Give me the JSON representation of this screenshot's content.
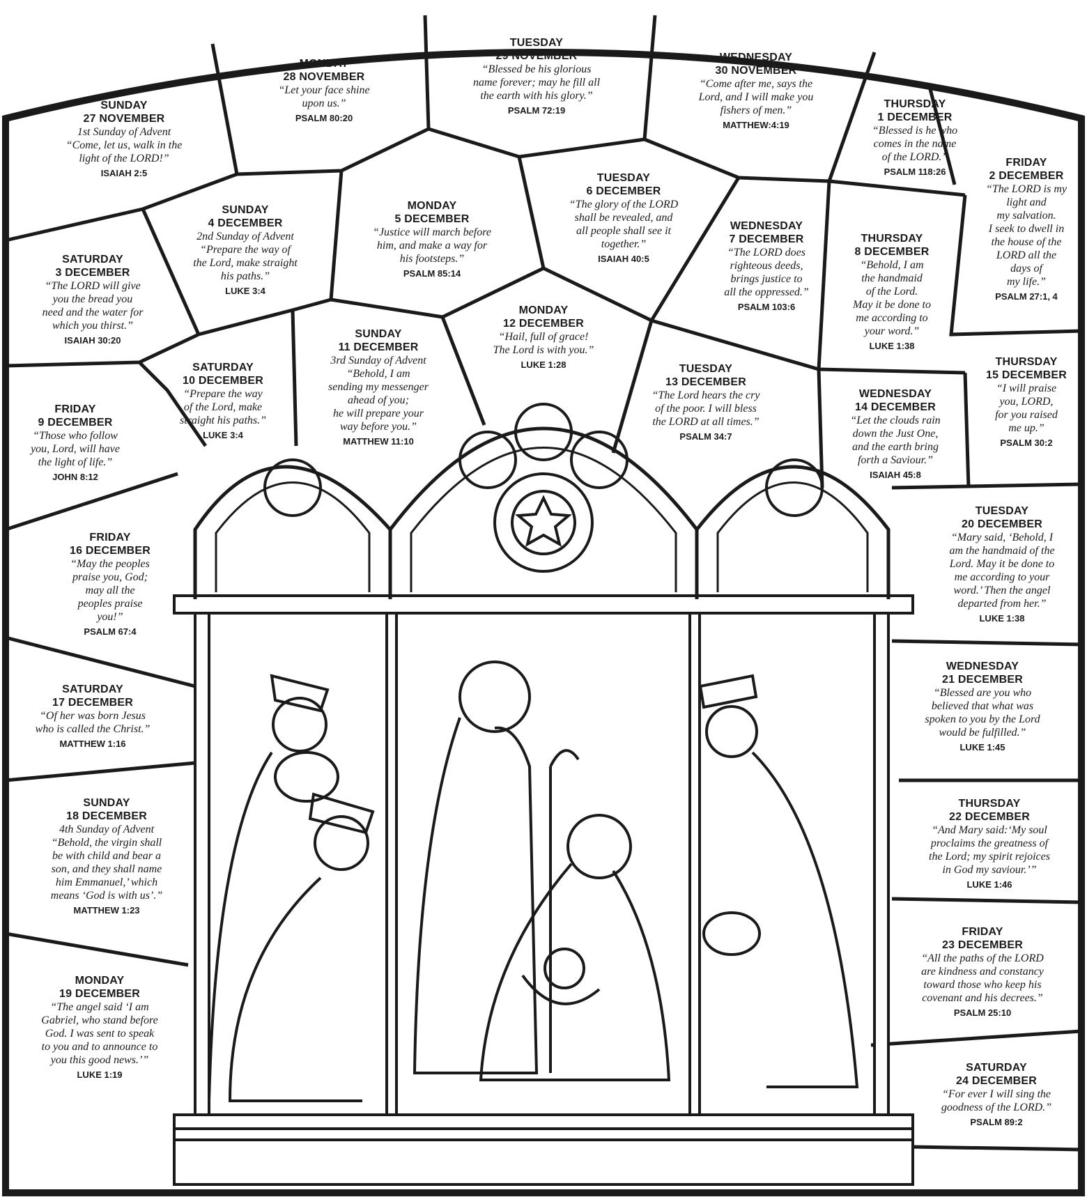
{
  "calendar": {
    "entries": [
      {
        "day": "SUNDAY",
        "date": "27 NOVEMBER",
        "occasion": "1st Sunday of Advent",
        "verse": "“Come, let us, walk in the\nlight of the LORD!”",
        "ref": "ISAIAH 2:5"
      },
      {
        "day": "MONDAY",
        "date": "28 NOVEMBER",
        "occasion": "",
        "verse": "“Let your face shine\nupon us.”",
        "ref": "PSALM 80:20"
      },
      {
        "day": "TUESDAY",
        "date": "29 NOVEMBER",
        "occasion": "",
        "verse": "“Blessed be his glorious\nname forever; may he fill all\nthe earth with his glory.”",
        "ref": "PSALM 72:19"
      },
      {
        "day": "WEDNESDAY",
        "date": "30 NOVEMBER",
        "occasion": "",
        "verse": "“Come after me, says the\nLord, and I will make you\nfishers of men.”",
        "ref": "MATTHEW:4:19"
      },
      {
        "day": "THURSDAY",
        "date": "1 DECEMBER",
        "occasion": "",
        "verse": "“Blessed is he who\ncomes in the name\nof the LORD.”",
        "ref": "PSALM 118:26"
      },
      {
        "day": "FRIDAY",
        "date": "2 DECEMBER",
        "occasion": "",
        "verse": "“The LORD is my\nlight and\nmy salvation.\nI seek to dwell in\nthe house of the\nLORD all the\ndays of\nmy life.”",
        "ref": "PSALM 27:1, 4"
      },
      {
        "day": "SATURDAY",
        "date": "3 DECEMBER",
        "occasion": "",
        "verse": "“The LORD will give\nyou the bread you\nneed and the water for\nwhich you thirst.”",
        "ref": "ISAIAH 30:20"
      },
      {
        "day": "SUNDAY",
        "date": "4 DECEMBER",
        "occasion": "2nd Sunday of Advent",
        "verse": "“Prepare the way of\nthe Lord, make straight\nhis paths.”",
        "ref": "LUKE 3:4"
      },
      {
        "day": "MONDAY",
        "date": "5 DECEMBER",
        "occasion": "",
        "verse": "“Justice will march before\nhim, and make a way for\nhis footsteps.”",
        "ref": "PSALM 85:14"
      },
      {
        "day": "TUESDAY",
        "date": "6 DECEMBER",
        "occasion": "",
        "verse": "“The glory of the LORD\nshall be revealed, and\nall people shall see it\ntogether.”",
        "ref": "ISAIAH 40:5"
      },
      {
        "day": "WEDNESDAY",
        "date": "7 DECEMBER",
        "occasion": "",
        "verse": "“The LORD does\nrighteous deeds,\nbrings justice to\nall the oppressed.”",
        "ref": "PSALM 103:6"
      },
      {
        "day": "THURSDAY",
        "date": "8 DECEMBER",
        "occasion": "",
        "verse": "“Behold, I am\nthe handmaid\nof the Lord.\nMay it be done to\nme according to\nyour word.”",
        "ref": "LUKE 1:38"
      },
      {
        "day": "FRIDAY",
        "date": "9 DECEMBER",
        "occasion": "",
        "verse": "“Those who follow\nyou, Lord, will have\nthe light of life.”",
        "ref": "JOHN 8:12"
      },
      {
        "day": "SATURDAY",
        "date": "10 DECEMBER",
        "occasion": "",
        "verse": "“Prepare the way\nof the Lord, make\nstraight his paths.”",
        "ref": "LUKE 3:4"
      },
      {
        "day": "SUNDAY",
        "date": "11 DECEMBER",
        "occasion": "3rd Sunday of Advent",
        "verse": "“Behold, I am\nsending my messenger\nahead of you;\nhe will prepare your\nway before you.”",
        "ref": "MATTHEW 11:10"
      },
      {
        "day": "MONDAY",
        "date": "12 DECEMBER",
        "occasion": "",
        "verse": "“Hail, full of grace!\nThe Lord is with you.”",
        "ref": "LUKE 1:28"
      },
      {
        "day": "TUESDAY",
        "date": "13 DECEMBER",
        "occasion": "",
        "verse": "“The Lord hears the cry\nof the poor. I will bless\nthe LORD at all times.”",
        "ref": "PSALM 34:7"
      },
      {
        "day": "WEDNESDAY",
        "date": "14 DECEMBER",
        "occasion": "",
        "verse": "“Let the clouds rain\ndown the Just One,\nand the earth bring\nforth a Saviour.”",
        "ref": "ISAIAH 45:8"
      },
      {
        "day": "THURSDAY",
        "date": "15 DECEMBER",
        "occasion": "",
        "verse": "“I will praise\nyou, LORD,\nfor you raised\nme up.”",
        "ref": "PSALM 30:2"
      },
      {
        "day": "FRIDAY",
        "date": "16 DECEMBER",
        "occasion": "",
        "verse": "“May the peoples\npraise you, God;\nmay all the\npeoples praise\nyou!”",
        "ref": "PSALM 67:4"
      },
      {
        "day": "SATURDAY",
        "date": "17 DECEMBER",
        "occasion": "",
        "verse": "“Of her was born Jesus\nwho is called the Christ.”",
        "ref": "MATTHEW 1:16"
      },
      {
        "day": "SUNDAY",
        "date": "18 DECEMBER",
        "occasion": "4th Sunday of Advent",
        "verse": "“Behold, the virgin shall\nbe with child and bear a\nson, and they shall name\nhim Emmanuel,’ which\nmeans ‘God is with us’.”",
        "ref": "MATTHEW 1:23"
      },
      {
        "day": "MONDAY",
        "date": "19 DECEMBER",
        "occasion": "",
        "verse": "“The angel said ‘I am\nGabriel, who stand before\nGod. I was sent to speak\nto you and to announce to\nyou this good news.’”",
        "ref": "LUKE 1:19"
      },
      {
        "day": "TUESDAY",
        "date": "20 DECEMBER",
        "occasion": "",
        "verse": "“Mary said, ‘Behold, I\nam the handmaid of the\nLord. May it be done to\nme according to your\nword.’ Then the angel\ndeparted from her.”",
        "ref": "LUKE 1:38"
      },
      {
        "day": "WEDNESDAY",
        "date": "21 DECEMBER",
        "occasion": "",
        "verse": "“Blessed are you who\nbelieved that what was\nspoken to you by the Lord\nwould be fulfilled.”",
        "ref": "LUKE 1:45"
      },
      {
        "day": "THURSDAY",
        "date": "22 DECEMBER",
        "occasion": "",
        "verse": "“And Mary said:‘My soul\nproclaims the greatness of\nthe Lord; my spirit rejoices\nin God my saviour.’”",
        "ref": "LUKE 1:46"
      },
      {
        "day": "FRIDAY",
        "date": "23 DECEMBER",
        "occasion": "",
        "verse": "“All the paths of the LORD\nare kindness and constancy\ntoward those who keep his\ncovenant and his decrees.”",
        "ref": "PSALM 25:10"
      },
      {
        "day": "SATURDAY",
        "date": "24 DECEMBER",
        "occasion": "",
        "verse": "“For ever I will sing the\ngoodness of the LORD.”",
        "ref": "PSALM 89:2"
      }
    ]
  },
  "artwork": {
    "subject": "nativity-stained-glass-window",
    "line_color": "#1a1a1a",
    "fill_color": "#ffffff"
  }
}
